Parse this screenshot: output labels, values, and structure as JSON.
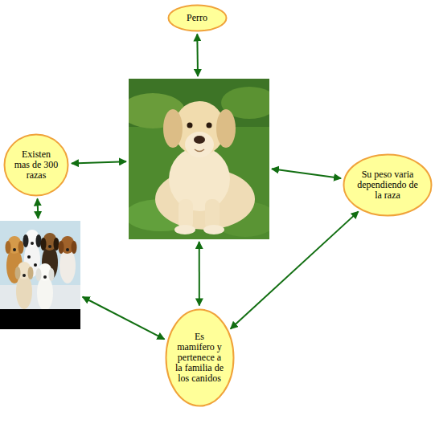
{
  "diagram": {
    "nodes": [
      {
        "text": [
          "Perro"
        ]
      },
      {
        "text": []
      },
      {
        "text": [
          "Existen mas de 300 razas"
        ]
      },
      {
        "text": [
          "Su peso varia dependiendo de la raza"
        ]
      },
      {
        "text": []
      },
      {
        "text": [
          "Es mamifero y pertenece a la familia de los canidos"
        ]
      }
    ],
    "edges": [
      {
        "from": 0,
        "to": 1,
        "arrow": "both"
      },
      {
        "from": 2,
        "to": 1,
        "arrow": "both"
      },
      {
        "from": 1,
        "to": 3,
        "arrow": "both"
      },
      {
        "from": 2,
        "to": 4,
        "arrow": "both"
      },
      {
        "from": 1,
        "to": 5,
        "arrow": "both"
      },
      {
        "from": 4,
        "to": 5,
        "arrow": "both"
      },
      {
        "from": 3,
        "to": 5,
        "arrow": "both"
      }
    ]
  }
}
